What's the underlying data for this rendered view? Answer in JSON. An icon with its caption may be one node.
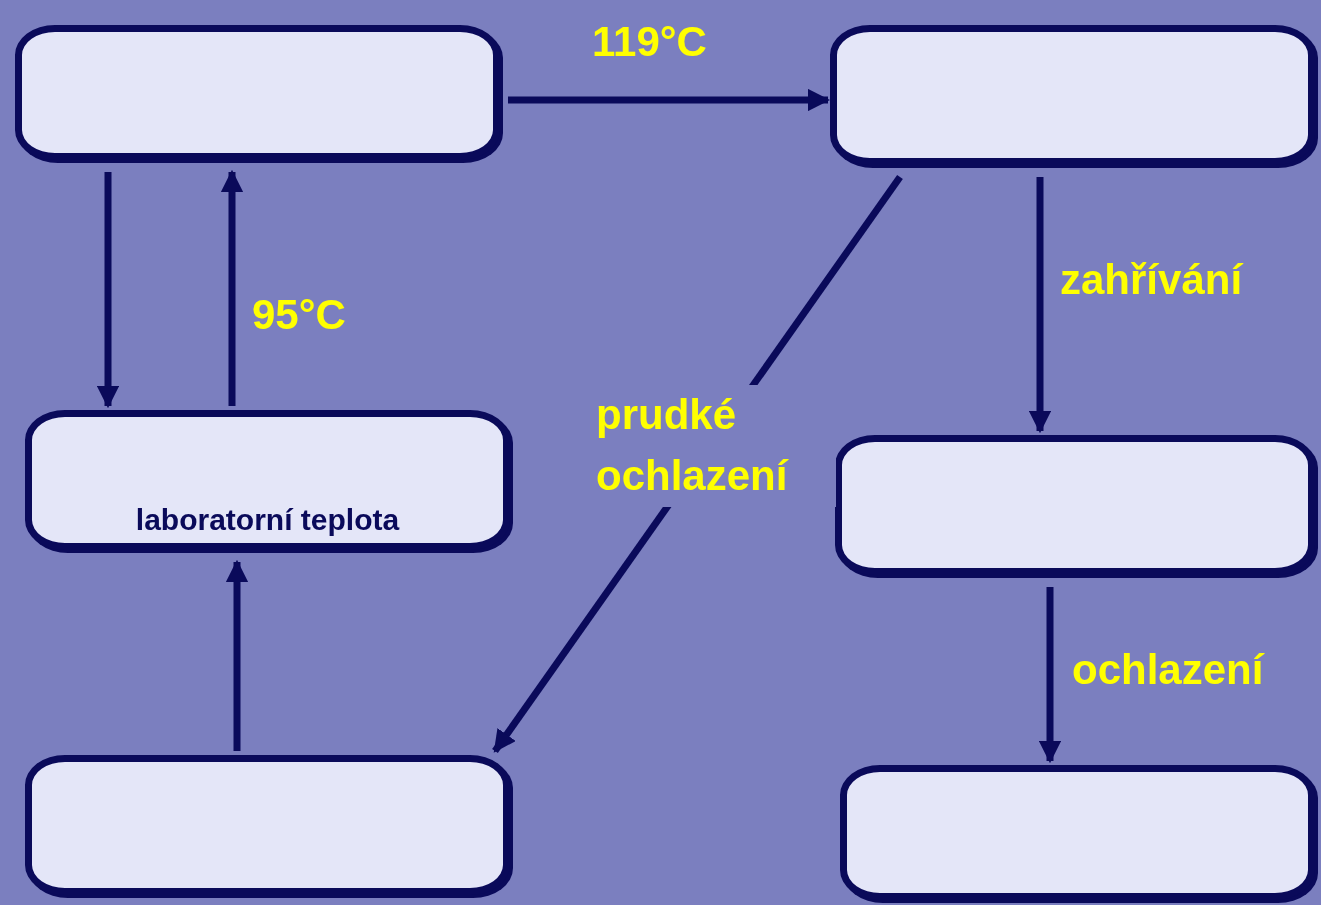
{
  "diagram": {
    "nodes": [
      {
        "text": [],
        "shape": "box"
      },
      {
        "text": [],
        "shape": "box"
      },
      {
        "text": [
          "laboratorní teplota"
        ]
      },
      {
        "text": [],
        "shape": "box"
      },
      {
        "text": [],
        "shape": "box"
      },
      {
        "text": [],
        "shape": "box"
      }
    ],
    "edges": [
      {
        "from": 0,
        "to": 1,
        "arrow": "to",
        "label": "119°C"
      },
      {
        "from": 0,
        "to": 2,
        "arrow": "to"
      },
      {
        "from": 2,
        "to": 0,
        "arrow": "to",
        "label": "95°C"
      },
      {
        "from": 1,
        "to": 4,
        "arrow": "to",
        "label": "prudké ochlazení"
      },
      {
        "from": 1,
        "to": 3,
        "arrow": "to",
        "label": "zahřívání"
      },
      {
        "from": 3,
        "to": 5,
        "arrow": "to",
        "label": "ochlazení"
      },
      {
        "from": 4,
        "to": 2,
        "arrow": "to"
      }
    ]
  }
}
